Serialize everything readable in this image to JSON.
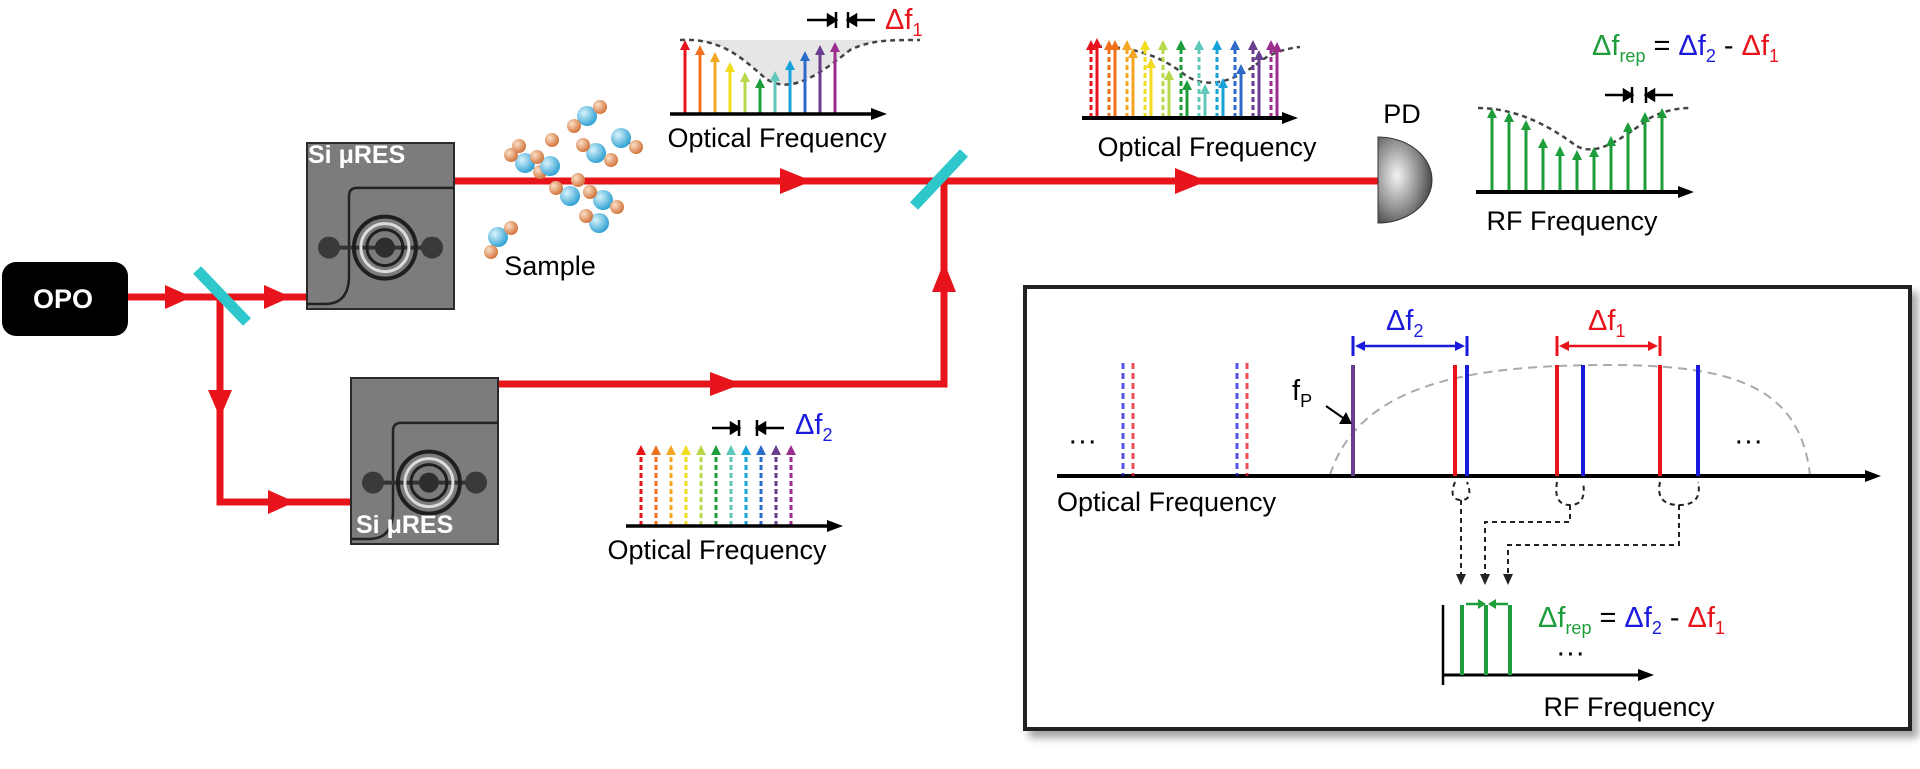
{
  "source": {
    "label": "OPO"
  },
  "resonators": {
    "top_label": "Si μRES",
    "bottom_label": "Si μRES"
  },
  "sample": {
    "label": "Sample"
  },
  "detector": {
    "label": "PD"
  },
  "spectra": {
    "sample_comb": {
      "axis_label": "Optical Frequency",
      "spacing_base": "Δf",
      "spacing_sub": "1"
    },
    "reference_comb": {
      "axis_label": "Optical Frequency",
      "spacing_base": "Δf",
      "spacing_sub": "2"
    },
    "combined": {
      "axis_label": "Optical Frequency"
    },
    "rf": {
      "axis_label": "RF Frequency"
    }
  },
  "relation": {
    "lhs_base": "Δf",
    "lhs_sub": "rep",
    "eq": "=",
    "t2_base": "Δf",
    "t2_sub": "2",
    "minus": "-",
    "t3_base": "Δf",
    "t3_sub": "1"
  },
  "inset": {
    "optical_axis_label": "Optical Frequency",
    "rf_axis_label": "RF Frequency",
    "pump_base": "f",
    "pump_sub": "P",
    "df2_base": "Δf",
    "df2_sub": "2",
    "df1_base": "Δf",
    "df1_sub": "1",
    "ellipsis_left": "···",
    "ellipsis_right": "···",
    "ellipsis_rf": "···"
  },
  "colors": {
    "beam": "#e8141c",
    "beamsplitter": "#2ec8cc",
    "df1": "#e8141c",
    "df2": "#1a1adc",
    "frep": "#1e9e3a",
    "pump": "#6a3d8f",
    "device": "#7c7c7f"
  },
  "comb_colors": [
    "#e8141c",
    "#f0701e",
    "#f5a623",
    "#f2dc1e",
    "#b6d84a",
    "#1e9e3a",
    "#5fc8b8",
    "#17a3d9",
    "#2c6bc8",
    "#6a3d8f",
    "#9b2d8f"
  ]
}
